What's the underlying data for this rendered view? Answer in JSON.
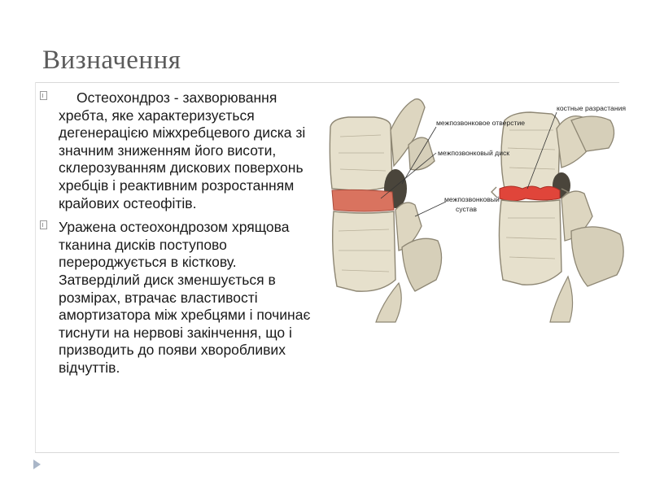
{
  "slide": {
    "title": "Визначення",
    "bullets": [
      "Остеохондроз - захворювання хребта, яке характеризується дегенерацією міжхребцевого диска зі значним зниженням його висоти, склерозуванням дискових поверхонь хребців і реактивним розростанням крайових остеофітів.",
      "Уражена остеохондрозом хрящова тканина дисків поступово перероджується в кісткову. Затверділий диск зменшується в розмірах, втрачає властивості амортизатора між хребцями і починає тиснути на нервові закінчення, що і призводить до появи хворобливих відчуттів."
    ]
  },
  "illustration": {
    "labels": {
      "foramen": "межпозвонковое отверстие",
      "disc": "межпозвонковый диск",
      "joint_line1": "межпозвонковый",
      "joint_line2": "сустав",
      "osteophytes": "костные разрастания"
    },
    "colors": {
      "bone": "#e6e0cc",
      "bone_shadow": "#8d8673",
      "disc_healthy": "#d9735f",
      "disc_degenerate": "#e0453a"
    }
  }
}
